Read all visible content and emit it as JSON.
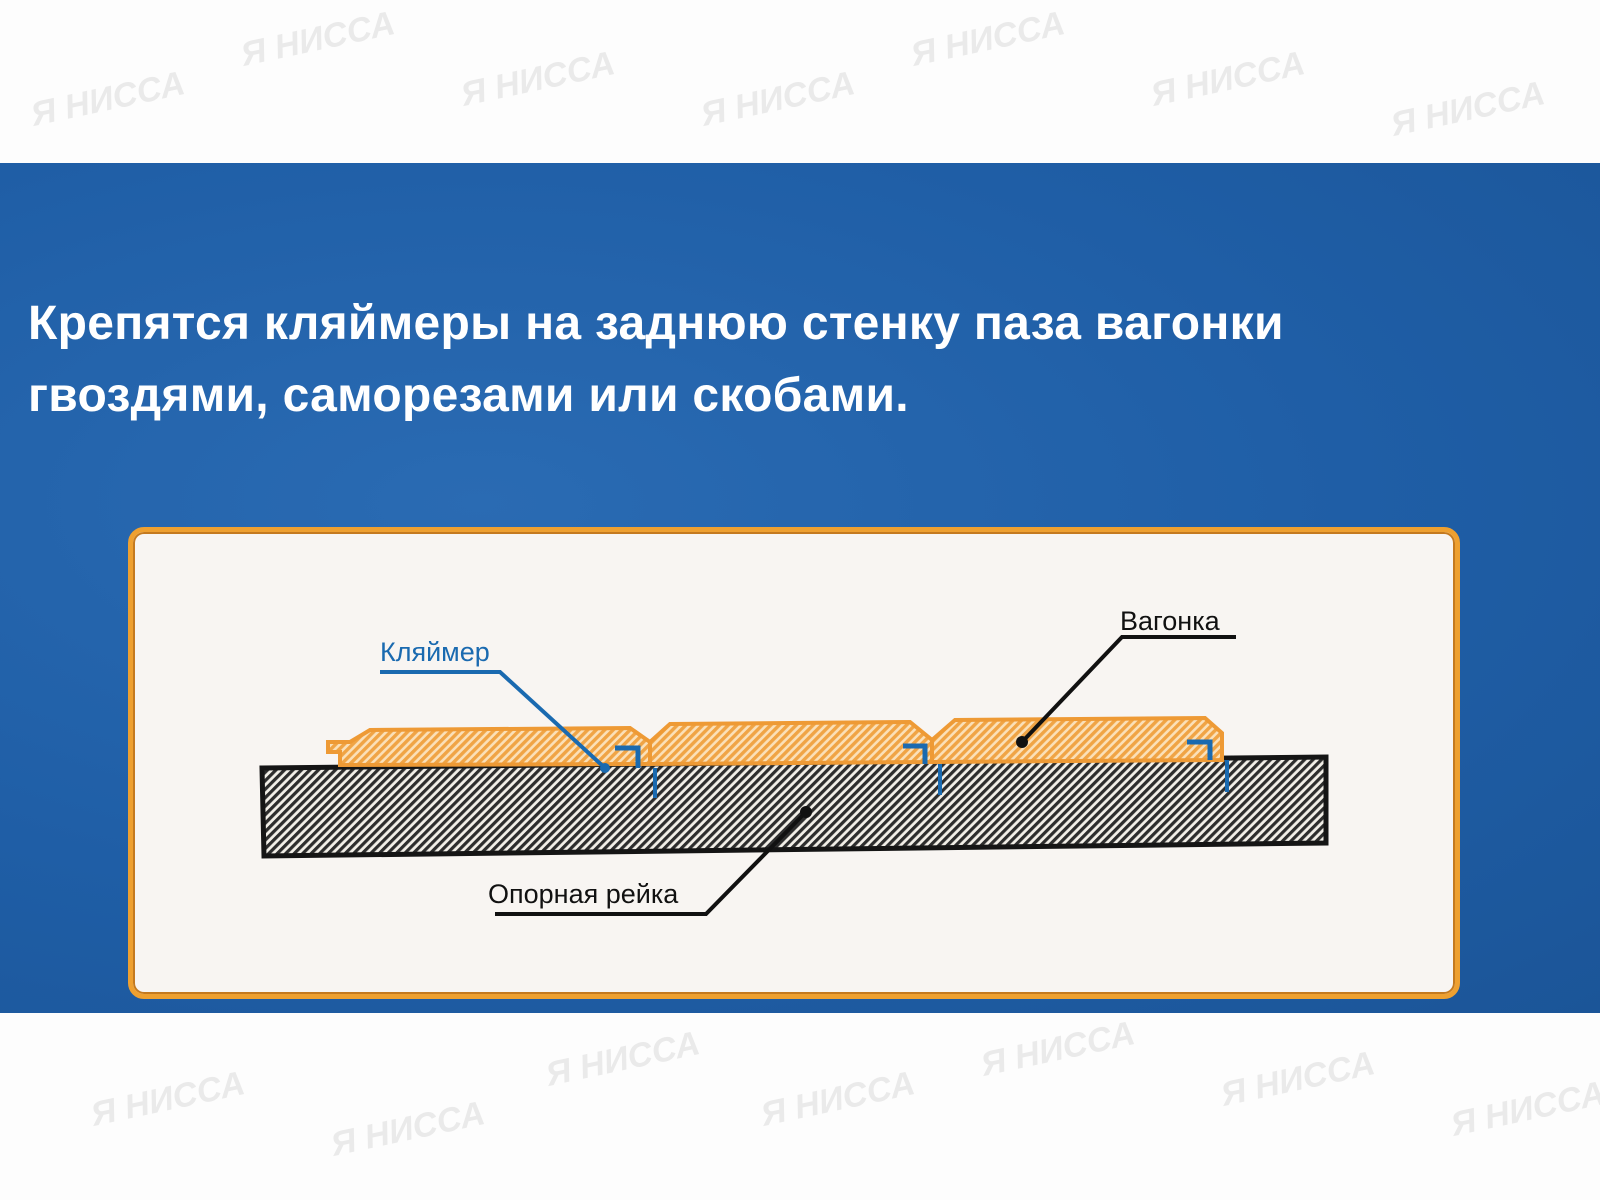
{
  "watermark": "НИССА",
  "heading": {
    "line1": "Крепятся кляймеры на заднюю стенку паза вагонки",
    "line2": "гвоздями, саморезами или скобами."
  },
  "diagram": {
    "labels": {
      "clip": "Кляймер",
      "board": "Вагонка",
      "rail": "Опорная рейка"
    },
    "colors": {
      "background_band": "#1f5ea6",
      "panel_border": "#eea030",
      "board": "#f0a445",
      "clip": "#1a6ab0",
      "rail": "#2a2a2a"
    }
  }
}
